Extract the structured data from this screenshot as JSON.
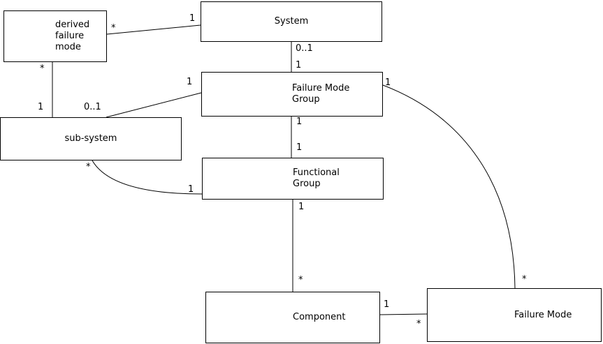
{
  "diagram": {
    "type": "uml-class-diagram",
    "nodes": {
      "system": {
        "label": "System"
      },
      "derived_failure_mode": {
        "label": "derived\nfailure\nmode"
      },
      "failure_mode_group": {
        "label": "Failure Mode\nGroup"
      },
      "sub_system": {
        "label": "sub-system"
      },
      "functional_group": {
        "label": "Functional\nGroup"
      },
      "component": {
        "label": "Component"
      },
      "failure_mode": {
        "label": "Failure Mode"
      }
    },
    "edges": {
      "system_derived_failure_mode": {
        "from": "system",
        "to": "derived_failure_mode",
        "from_label": "1",
        "to_label": "*"
      },
      "system_failure_mode_group": {
        "from": "system",
        "to": "failure_mode_group",
        "from_label": "0..1",
        "to_label": "1"
      },
      "derived_failure_mode_sub_system": {
        "from": "derived_failure_mode",
        "to": "sub_system",
        "from_label": "*",
        "to_label": "1"
      },
      "failure_mode_group_sub_system": {
        "from": "failure_mode_group",
        "to": "sub_system",
        "from_label": "1",
        "to_label": "0..1"
      },
      "failure_mode_group_functional_group": {
        "from": "failure_mode_group",
        "to": "functional_group",
        "from_label": "1",
        "to_label": "1"
      },
      "sub_system_functional_group": {
        "from": "sub_system",
        "to": "functional_group",
        "from_label": "*",
        "to_label": "1"
      },
      "functional_group_component": {
        "from": "functional_group",
        "to": "component",
        "from_label": "1",
        "to_label": "*"
      },
      "component_failure_mode": {
        "from": "component",
        "to": "failure_mode",
        "from_label": "1",
        "to_label": "*"
      },
      "failure_mode_group_failure_mode": {
        "from": "failure_mode_group",
        "to": "failure_mode",
        "from_label": "1",
        "to_label": "*"
      }
    }
  }
}
